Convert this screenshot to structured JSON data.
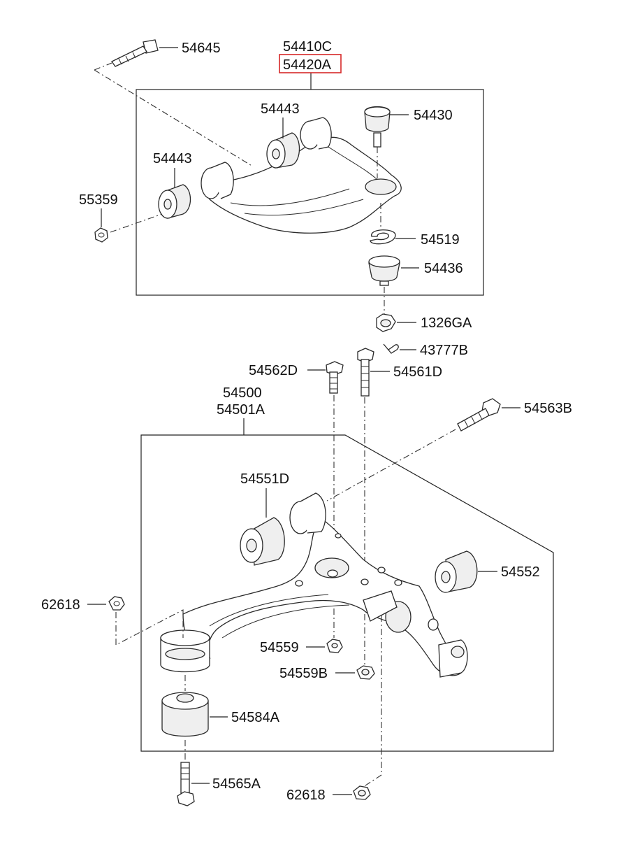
{
  "parts": {
    "p54645": "54645",
    "p54410C": "54410C",
    "p54420A": "54420A",
    "p54443a": "54443",
    "p54443b": "54443",
    "p54430": "54430",
    "p55359": "55359",
    "p54519": "54519",
    "p54436": "54436",
    "p1326GA": "1326GA",
    "p43777B": "43777B",
    "p54562D": "54562D",
    "p54561D": "54561D",
    "p54500": "54500",
    "p54501A": "54501A",
    "p54563B": "54563B",
    "p54551D": "54551D",
    "p54552": "54552",
    "p62618a": "62618",
    "p54559": "54559",
    "p54559B": "54559B",
    "p54584A": "54584A",
    "p54565A": "54565A",
    "p62618b": "62618"
  },
  "highlight": {
    "part": "54420A",
    "color": "#d62828"
  }
}
